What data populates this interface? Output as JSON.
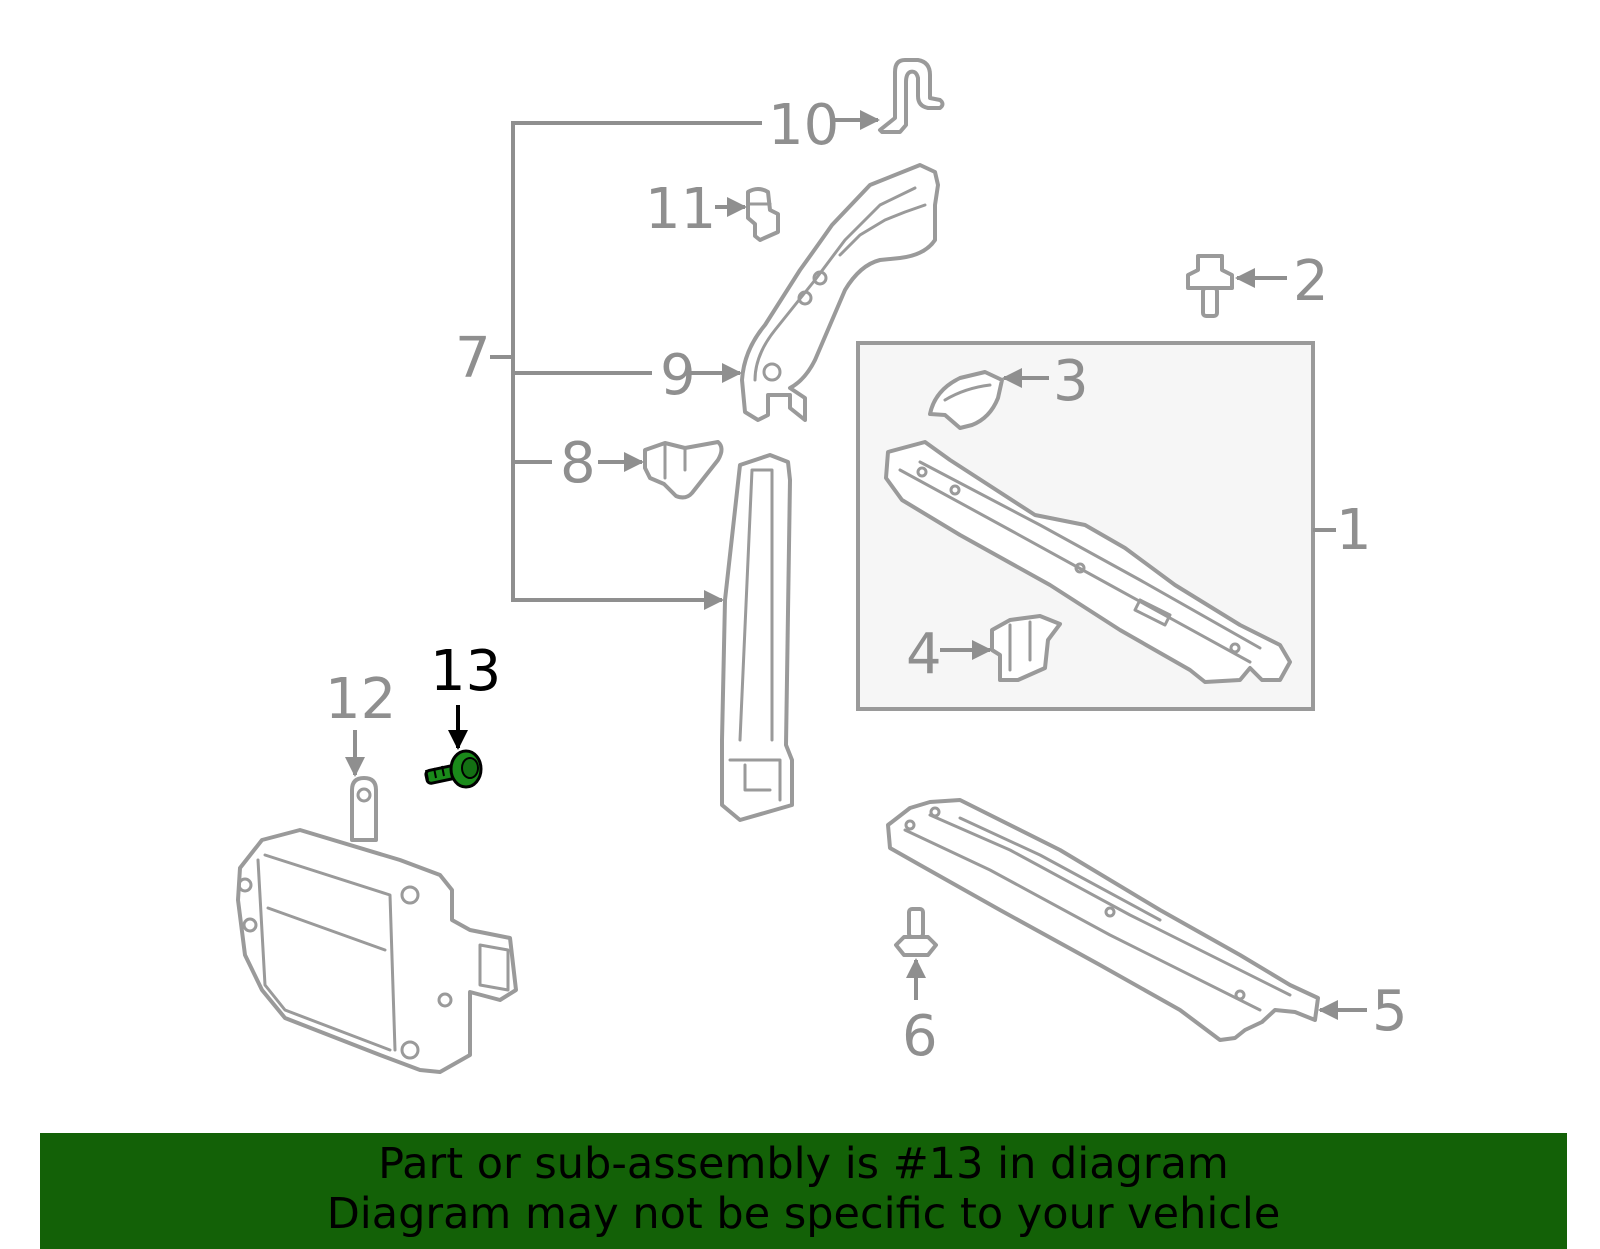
{
  "callouts": {
    "n1": "1",
    "n2": "2",
    "n3": "3",
    "n4": "4",
    "n5": "5",
    "n6": "6",
    "n7": "7",
    "n8": "8",
    "n9": "9",
    "n10": "10",
    "n11": "11",
    "n12": "12",
    "n13": "13"
  },
  "highlighted_part": "13",
  "colors": {
    "line": "#9a9a9a",
    "highlight_part": "#1a8a1a",
    "banner": "#136107",
    "box_fill": "#f6f6f6"
  },
  "banner": {
    "line1": "Part or sub-assembly is #13 in diagram",
    "line2": "Diagram may not be specific to your vehicle"
  }
}
